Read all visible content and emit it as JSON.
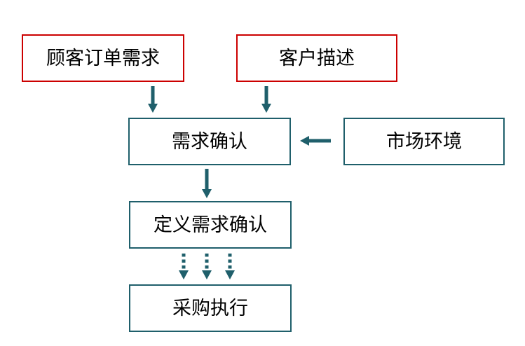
{
  "diagram": {
    "title": "",
    "nodes": [
      {
        "id": "customer-order",
        "label": "顾客订单需求",
        "border_style": "red"
      },
      {
        "id": "customer-description",
        "label": "客户描述",
        "border_style": "red"
      },
      {
        "id": "requirement-confirm",
        "label": "需求确认",
        "border_style": "teal"
      },
      {
        "id": "market-environment",
        "label": "市场环境",
        "border_style": "teal"
      },
      {
        "id": "define-requirement-confirm",
        "label": "定义需求确认",
        "border_style": "teal"
      },
      {
        "id": "procurement-execution",
        "label": "采购执行",
        "border_style": "teal"
      }
    ],
    "edges": [
      {
        "from": "customer-order",
        "to": "requirement-confirm",
        "style": "solid",
        "direction": "down"
      },
      {
        "from": "customer-description",
        "to": "requirement-confirm",
        "style": "solid",
        "direction": "down"
      },
      {
        "from": "market-environment",
        "to": "requirement-confirm",
        "style": "solid",
        "direction": "left"
      },
      {
        "from": "requirement-confirm",
        "to": "define-requirement-confirm",
        "style": "solid",
        "direction": "down"
      },
      {
        "from": "define-requirement-confirm",
        "to": "procurement-execution",
        "style": "dashed",
        "direction": "down",
        "arrow_count": 3
      }
    ]
  },
  "colors": {
    "red_box_border": "#CC0000",
    "teal_box_border": "#1F5F6B",
    "arrow": "#1F5F6B",
    "text": "#000000",
    "background": "#FFFFFF"
  }
}
